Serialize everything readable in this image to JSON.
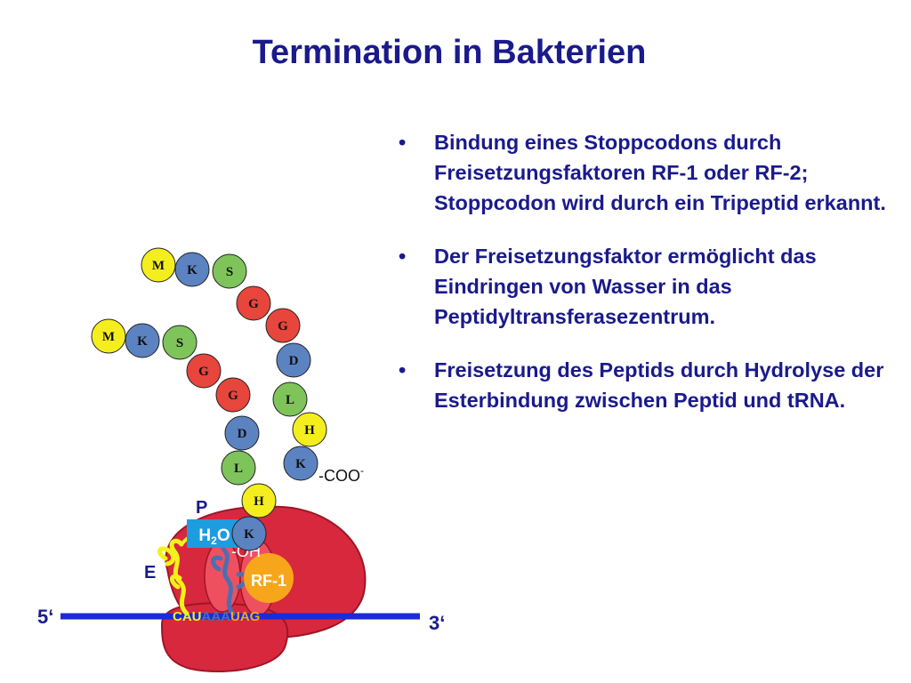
{
  "title": "Termination in Bakterien",
  "bullets": [
    "Bindung eines Stoppcodons durch Freisetzungsfaktoren RF-1 oder RF-2; Stoppcodon wird durch ein Tripeptid erkannt.",
    "Der Freisetzungsfaktor ermöglicht das Eindringen von Wasser in das Peptidyltransferasezentrum.",
    "Freisetzung des Peptids durch Hydrolyse der Esterbindung zwischen Peptid und tRNA."
  ],
  "chain1": [
    {
      "aa": "M",
      "color": "#f5ee1e"
    },
    {
      "aa": "K",
      "color": "#5b83c2"
    },
    {
      "aa": "S",
      "color": "#7ec45a"
    },
    {
      "aa": "G",
      "color": "#e8453c"
    },
    {
      "aa": "G",
      "color": "#e8453c"
    },
    {
      "aa": "D",
      "color": "#5b83c2"
    },
    {
      "aa": "L",
      "color": "#7ec45a"
    },
    {
      "aa": "H",
      "color": "#f5ee1e"
    },
    {
      "aa": "K",
      "color": "#5b83c2"
    }
  ],
  "chain2": [
    {
      "aa": "M",
      "color": "#f5ee1e"
    },
    {
      "aa": "K",
      "color": "#5b83c2"
    },
    {
      "aa": "S",
      "color": "#7ec45a"
    },
    {
      "aa": "G",
      "color": "#e8453c"
    },
    {
      "aa": "G",
      "color": "#e8453c"
    },
    {
      "aa": "D",
      "color": "#5b83c2"
    },
    {
      "aa": "L",
      "color": "#7ec45a"
    },
    {
      "aa": "H",
      "color": "#f5ee1e"
    },
    {
      "aa": "K",
      "color": "#5b83c2"
    }
  ],
  "labels": {
    "coo": "-COO",
    "coo_sup": "-",
    "site_p": "P",
    "site_e": "E",
    "water": "H",
    "water_sub": "2",
    "water_o": "O",
    "oh": "-OH",
    "rf": "RF-1",
    "five_prime": "5‘",
    "three_prime": "3‘",
    "codon_cau": "CAU",
    "codon_aaa": "AAA",
    "codon_uag": "UAG"
  },
  "colors": {
    "title": "#1a1a8c",
    "ribosome": "#d8283d",
    "mrna": "#1d2bd6",
    "trna_e": "#f2f21a",
    "trna_p": "#4a6fb3",
    "rf": "#f7a61b",
    "water_box": "#1e9ce0"
  }
}
